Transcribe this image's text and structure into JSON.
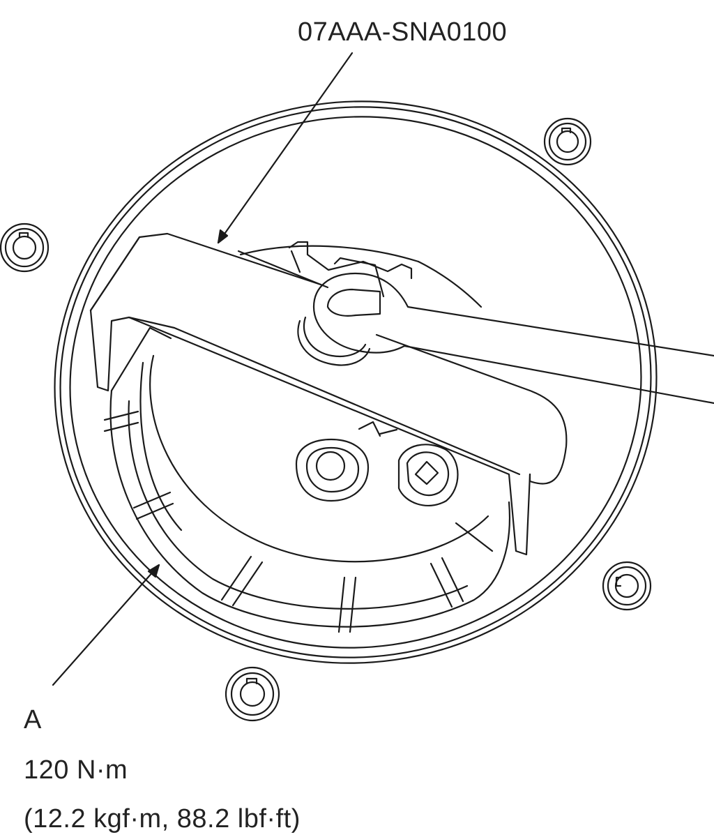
{
  "callouts": {
    "tool": "07AAA-SNA0100",
    "part": "A"
  },
  "torque": {
    "primary": "120 N·m",
    "alternate": "(12.2 kgf·m, 88.2 lbf·ft)"
  },
  "colors": {
    "line": "#1a1a1a",
    "text": "#222222",
    "background": "#ffffff"
  }
}
